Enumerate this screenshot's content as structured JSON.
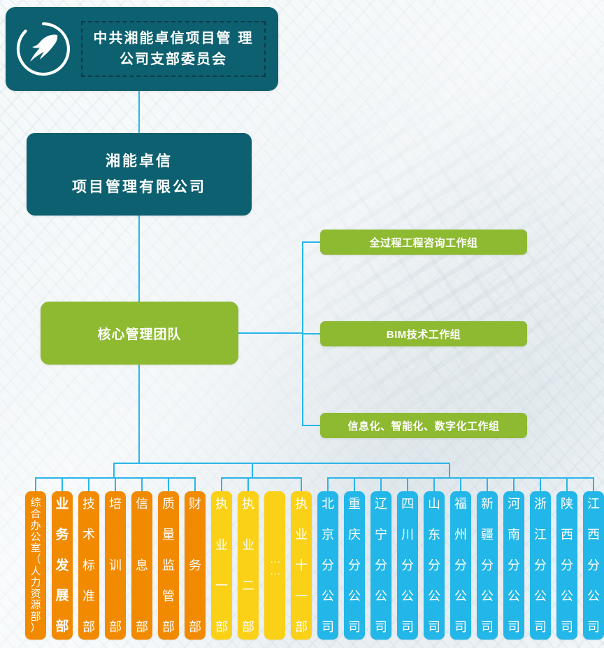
{
  "colors": {
    "teal": "#0d6070",
    "green": "#8DBA30",
    "orange": "#F28A00",
    "yellow": "#FBD117",
    "blue": "#22B7E8",
    "line": "#29B6E8",
    "background": "#f2f7f9"
  },
  "party": {
    "logo_name": "lightning-bird-circle-logo",
    "title_line1": "中共湘能卓信项目管",
    "title_line2": "理公司支部委员会"
  },
  "company": {
    "line1": "湘能卓信",
    "line2": "项目管理有限公司"
  },
  "core": {
    "label": "核心管理团队"
  },
  "work_groups": [
    {
      "label": "全过程工程咨询工作组"
    },
    {
      "label": "BIM技术工作组"
    },
    {
      "label": "信息化、智能化、数字化工作组"
    }
  ],
  "departments": [
    {
      "label": "综合办公室（人力资源部）",
      "chars": [
        "综",
        "合",
        "办",
        "公",
        "室",
        "（",
        "人",
        "力",
        "资",
        "源",
        "部",
        "）"
      ],
      "size": "sm",
      "bold": false
    },
    {
      "label": "业务发展部",
      "chars": [
        "业",
        "务",
        "发",
        "展",
        "部"
      ],
      "size": "lg",
      "bold": true
    },
    {
      "label": "技术标准部",
      "chars": [
        "技",
        "术",
        "标",
        "准",
        "部"
      ],
      "size": "md",
      "bold": false
    },
    {
      "label": "培训部",
      "chars": [
        "培",
        "训",
        "部"
      ],
      "size": "md",
      "bold": false
    },
    {
      "label": "信息部",
      "chars": [
        "信",
        "息",
        "部"
      ],
      "size": "md",
      "bold": false
    },
    {
      "label": "质量监管部",
      "chars": [
        "质",
        "量",
        "监",
        "管",
        "部"
      ],
      "size": "md",
      "bold": false
    },
    {
      "label": "财务部",
      "chars": [
        "财",
        "务",
        "部"
      ],
      "size": "md",
      "bold": false
    }
  ],
  "practices": [
    {
      "label": "执业一部",
      "chars": [
        "执",
        "业",
        "一",
        "部"
      ],
      "size": "md",
      "dots": false
    },
    {
      "label": "执业二部",
      "chars": [
        "执",
        "业",
        "二",
        "部"
      ],
      "size": "md",
      "dots": false
    },
    {
      "label": "……",
      "chars": [],
      "size": "dots",
      "dots": true
    },
    {
      "label": "执业十一部",
      "chars": [
        "执",
        "业",
        "十",
        "一",
        "部"
      ],
      "size": "md",
      "dots": false
    }
  ],
  "branches": [
    {
      "label": "北京分公司",
      "chars": [
        "北",
        "京",
        "分",
        "公",
        "司"
      ]
    },
    {
      "label": "重庆分公司",
      "chars": [
        "重",
        "庆",
        "分",
        "公",
        "司"
      ]
    },
    {
      "label": "辽宁分公司",
      "chars": [
        "辽",
        "宁",
        "分",
        "公",
        "司"
      ]
    },
    {
      "label": "四川分公司",
      "chars": [
        "四",
        "川",
        "分",
        "公",
        "司"
      ]
    },
    {
      "label": "山东分公司",
      "chars": [
        "山",
        "东",
        "分",
        "公",
        "司"
      ]
    },
    {
      "label": "福州分公司",
      "chars": [
        "福",
        "州",
        "分",
        "公",
        "司"
      ]
    },
    {
      "label": "新疆分公司",
      "chars": [
        "新",
        "疆",
        "分",
        "公",
        "司"
      ]
    },
    {
      "label": "河南分公司",
      "chars": [
        "河",
        "南",
        "分",
        "公",
        "司"
      ]
    },
    {
      "label": "浙江分公司",
      "chars": [
        "浙",
        "江",
        "分",
        "公",
        "司"
      ]
    },
    {
      "label": "陕西分公司",
      "chars": [
        "陕",
        "西",
        "分",
        "公",
        "司"
      ]
    },
    {
      "label": "江西分公司",
      "chars": [
        "江",
        "西",
        "分",
        "公",
        "司"
      ]
    }
  ]
}
